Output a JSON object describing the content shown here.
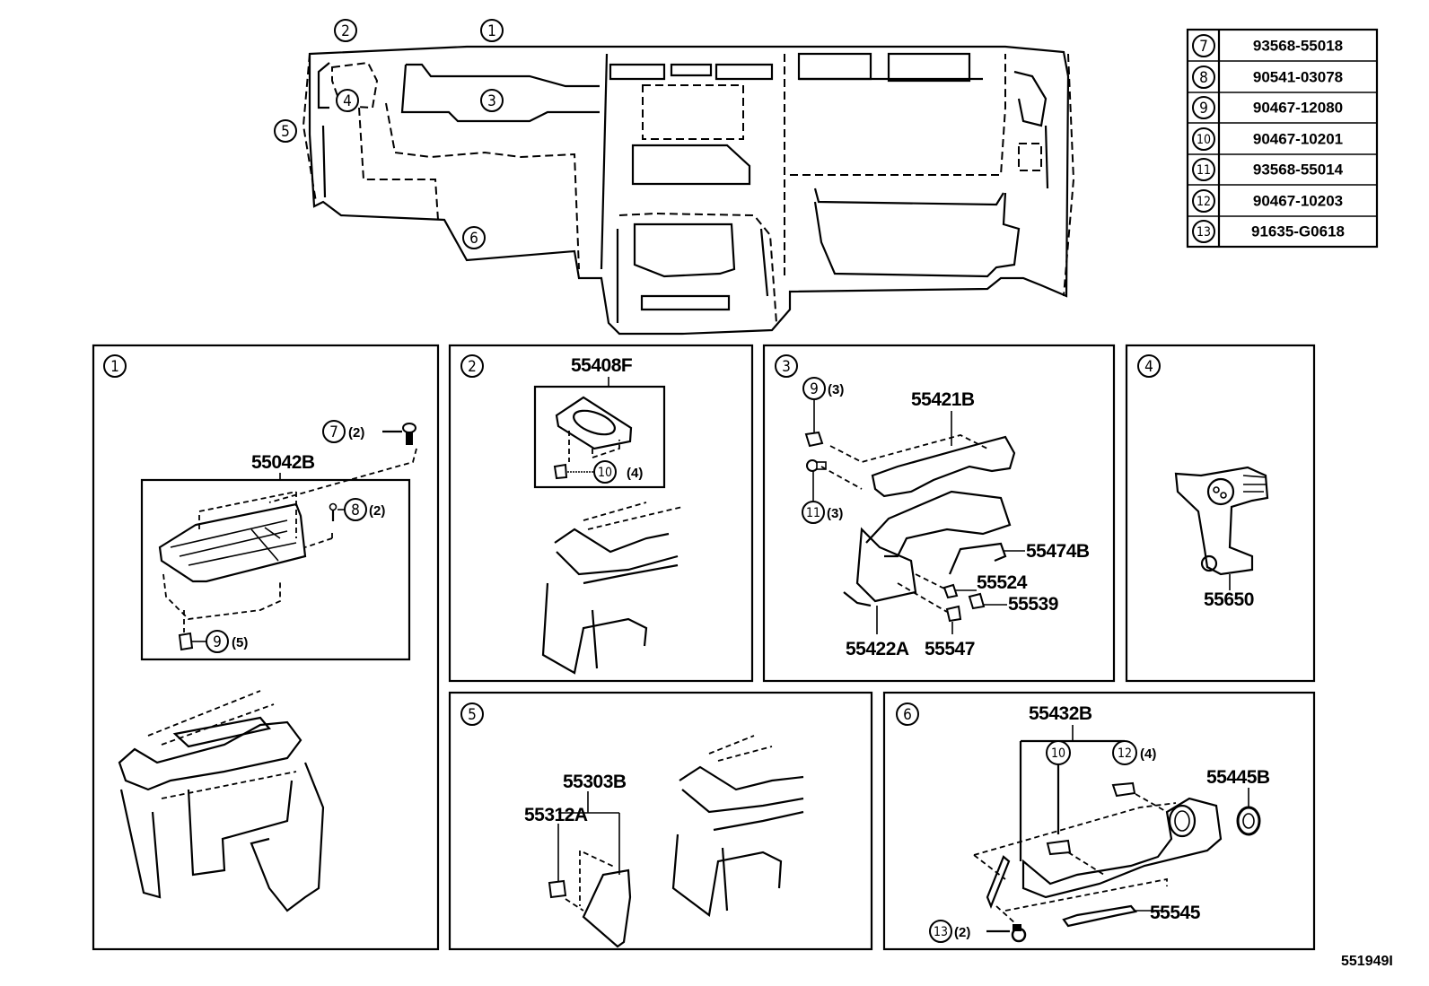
{
  "diagram": {
    "type": "exploded-parts-diagram",
    "figure_id": "551949I",
    "overview": {
      "callouts": [
        "1",
        "2",
        "3",
        "4",
        "5",
        "6"
      ]
    },
    "legend_table": {
      "rows": [
        {
          "ref": "7",
          "part_number": "93568-55018"
        },
        {
          "ref": "8",
          "part_number": "90541-03078"
        },
        {
          "ref": "9",
          "part_number": "90467-12080"
        },
        {
          "ref": "10",
          "part_number": "90467-10201"
        },
        {
          "ref": "11",
          "part_number": "93568-55014"
        },
        {
          "ref": "12",
          "part_number": "90467-10203"
        },
        {
          "ref": "13",
          "part_number": "91635-G0618"
        }
      ]
    },
    "panels": [
      {
        "id": "1",
        "parts": [
          {
            "label": "55042B"
          }
        ],
        "fasteners": [
          {
            "ref": "7",
            "qty": "(2)"
          },
          {
            "ref": "8",
            "qty": "(2)"
          },
          {
            "ref": "9",
            "qty": "(5)"
          }
        ]
      },
      {
        "id": "2",
        "parts": [
          {
            "label": "55408F"
          }
        ],
        "fasteners": [
          {
            "ref": "10",
            "qty": "(4)"
          }
        ]
      },
      {
        "id": "3",
        "parts": [
          {
            "label": "55421B"
          },
          {
            "label": "55474B"
          },
          {
            "label": "55524"
          },
          {
            "label": "55539"
          },
          {
            "label": "55422A"
          },
          {
            "label": "55547"
          }
        ],
        "fasteners": [
          {
            "ref": "9",
            "qty": "(3)"
          },
          {
            "ref": "11",
            "qty": "(3)"
          }
        ]
      },
      {
        "id": "4",
        "parts": [
          {
            "label": "55650"
          }
        ],
        "fasteners": []
      },
      {
        "id": "5",
        "parts": [
          {
            "label": "55303B"
          },
          {
            "label": "55312A"
          }
        ],
        "fasteners": []
      },
      {
        "id": "6",
        "parts": [
          {
            "label": "55432B"
          },
          {
            "label": "55445B"
          },
          {
            "label": "55545"
          }
        ],
        "fasteners": [
          {
            "ref": "10",
            "qty": ""
          },
          {
            "ref": "12",
            "qty": "(4)"
          },
          {
            "ref": "13",
            "qty": "(2)"
          }
        ]
      }
    ]
  }
}
